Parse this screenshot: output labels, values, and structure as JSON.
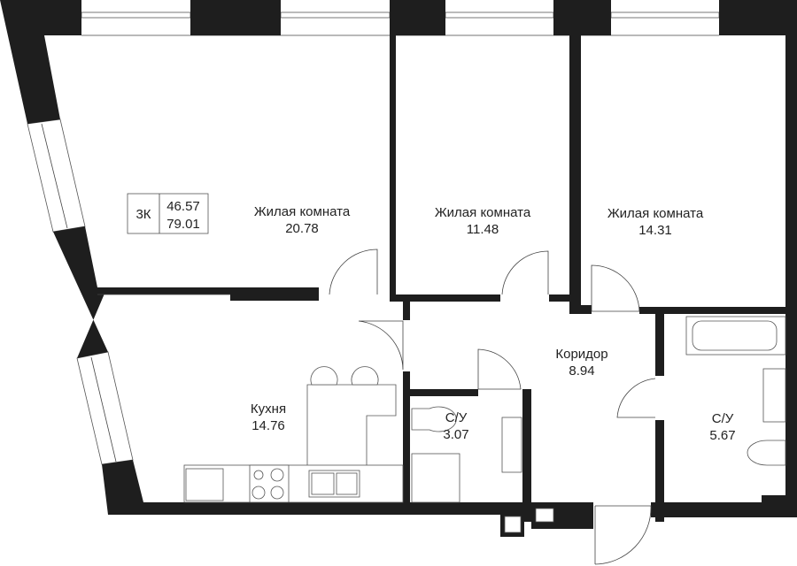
{
  "plan": {
    "badge": {
      "rooms": "3К",
      "living_area": "46.57",
      "total_area": "79.01"
    },
    "rooms": [
      {
        "name": "Жилая комната",
        "area": "20.78"
      },
      {
        "name": "Жилая комната",
        "area": "11.48"
      },
      {
        "name": "Жилая комната",
        "area": "14.31"
      },
      {
        "name": "Кухня",
        "area": "14.76"
      },
      {
        "name": "Коридор",
        "area": "8.94"
      },
      {
        "name": "С/У",
        "area": "3.07"
      },
      {
        "name": "С/У",
        "area": "5.67"
      }
    ],
    "colors": {
      "wall": "#1e1e1e",
      "background": "#ffffff"
    }
  }
}
